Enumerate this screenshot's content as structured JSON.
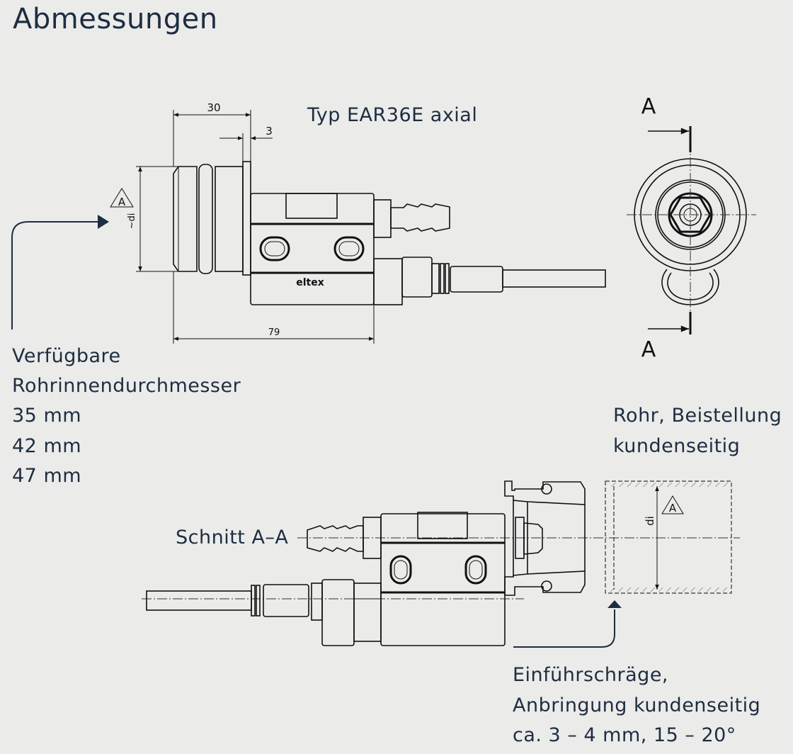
{
  "title": "Abmessungen",
  "top_view": {
    "label": "Typ EAR36E axial",
    "dim_length_small": "30",
    "dim_flange": "3",
    "dim_total": "79",
    "dim_diameter": "~di",
    "brand": "eltex",
    "marker": "A"
  },
  "side_view": {
    "section_top": "A",
    "section_bottom": "A"
  },
  "available": {
    "heading_line1": "Verfügbare",
    "heading_line2": "Rohrinnendurchmesser",
    "sizes": [
      "35 mm",
      "42 mm",
      "47 mm"
    ]
  },
  "section_view": {
    "label": "Schnitt A–A",
    "dim_diameter": "di",
    "marker": "A"
  },
  "pipe_note": {
    "line1": "Rohr, Beistellung",
    "line2": "kundenseitig"
  },
  "chamfer_note": {
    "line1": "Einführschräge,",
    "line2": "Anbringung kundenseitig",
    "line3": "ca. 3 – 4 mm, 15 – 20°"
  },
  "colors": {
    "background": "#ebebea",
    "text": "#1e2d40"
  }
}
